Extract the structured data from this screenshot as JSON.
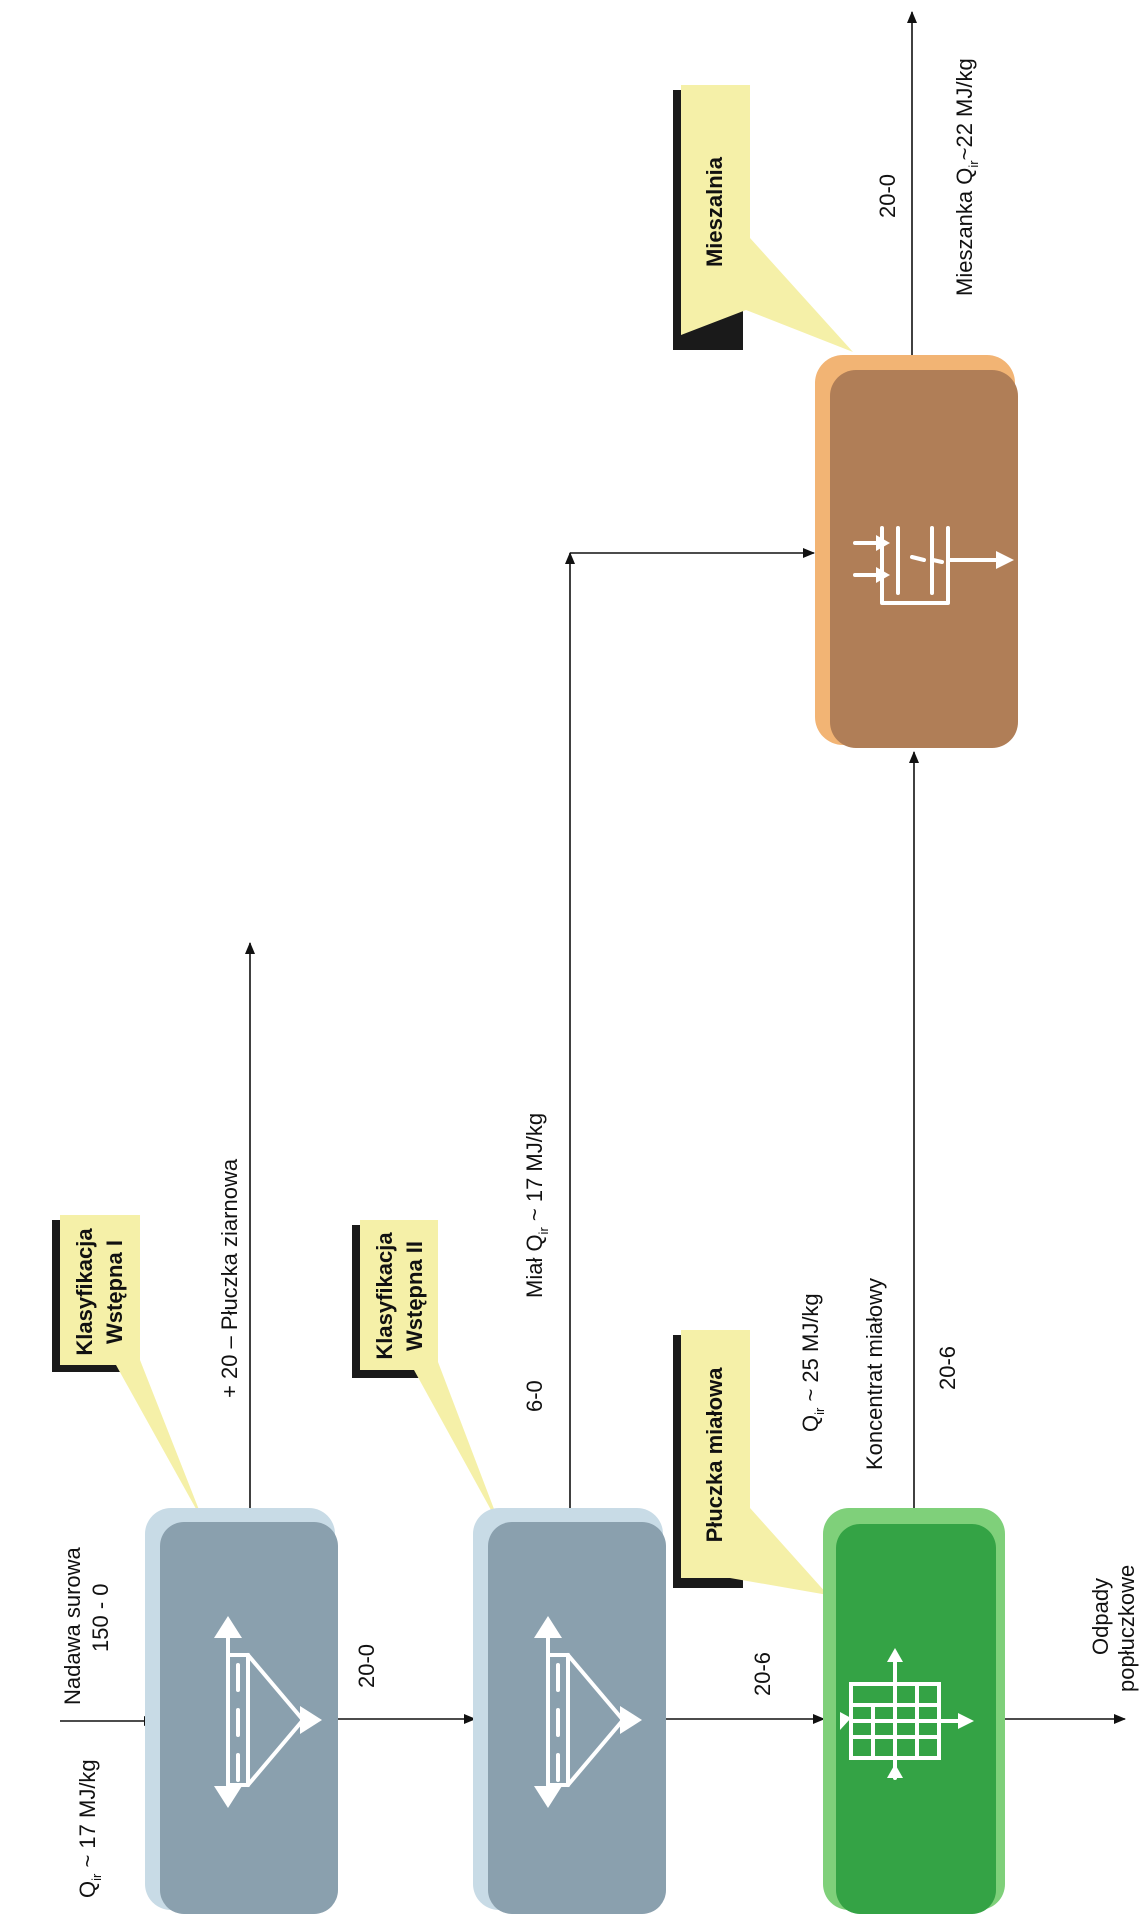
{
  "diagram": {
    "colors": {
      "classifier_box": "#8aa0ae",
      "classifier_edge": "#c8dbe6",
      "washer_box": "#34a345",
      "washer_edge": "#7fd07a",
      "mixer_box": "#b07e57",
      "mixer_edge": "#f2b474",
      "callout": "#f5f0a8",
      "callout_shadow": "#1a1a1a"
    },
    "nodes": {
      "klasyfikacja_1": {
        "callout_line1": "Klasyfikacja",
        "callout_line2": "Wstępna I",
        "icon": "screen-icon"
      },
      "klasyfikacja_2": {
        "callout_line1": "Klasyfikacja",
        "callout_line2": "Wstępna II",
        "icon": "screen-icon"
      },
      "pluczka": {
        "callout": "Płuczka miałowa",
        "icon": "jig-washer-icon"
      },
      "mieszalnia": {
        "callout": "Mieszalnia",
        "icon": "mixer-icon"
      }
    },
    "labels": {
      "feed_q_pre": "Q",
      "feed_q_sub": "ir",
      "feed_q_post": " ~ 17 MJ/kg",
      "feed_name": "Nadawa surowa",
      "feed_size": "150 - 0",
      "plus20": "+ 20 – Płuczka ziarnowa",
      "flow_20_0": "20-0",
      "flow_6_0": "6-0",
      "mial_pre": "Miał Q",
      "mial_sub": "ir",
      "mial_post": " ~ 17 MJ/kg",
      "flow_20_6_in": "20-6",
      "konc_q_pre": "Q",
      "konc_q_sub": "ir",
      "konc_q_post": " ~ 25 MJ/kg",
      "konc_name": "Koncentrat miałowy",
      "flow_20_6_out": "20-6",
      "odpady_line1": "Odpady",
      "odpady_line2": "popłuczkowe",
      "mix_size": "20-0",
      "mix_pre": "Mieszanka Q",
      "mix_sub": "ir",
      "mix_post": "~22 MJ/kg"
    }
  }
}
